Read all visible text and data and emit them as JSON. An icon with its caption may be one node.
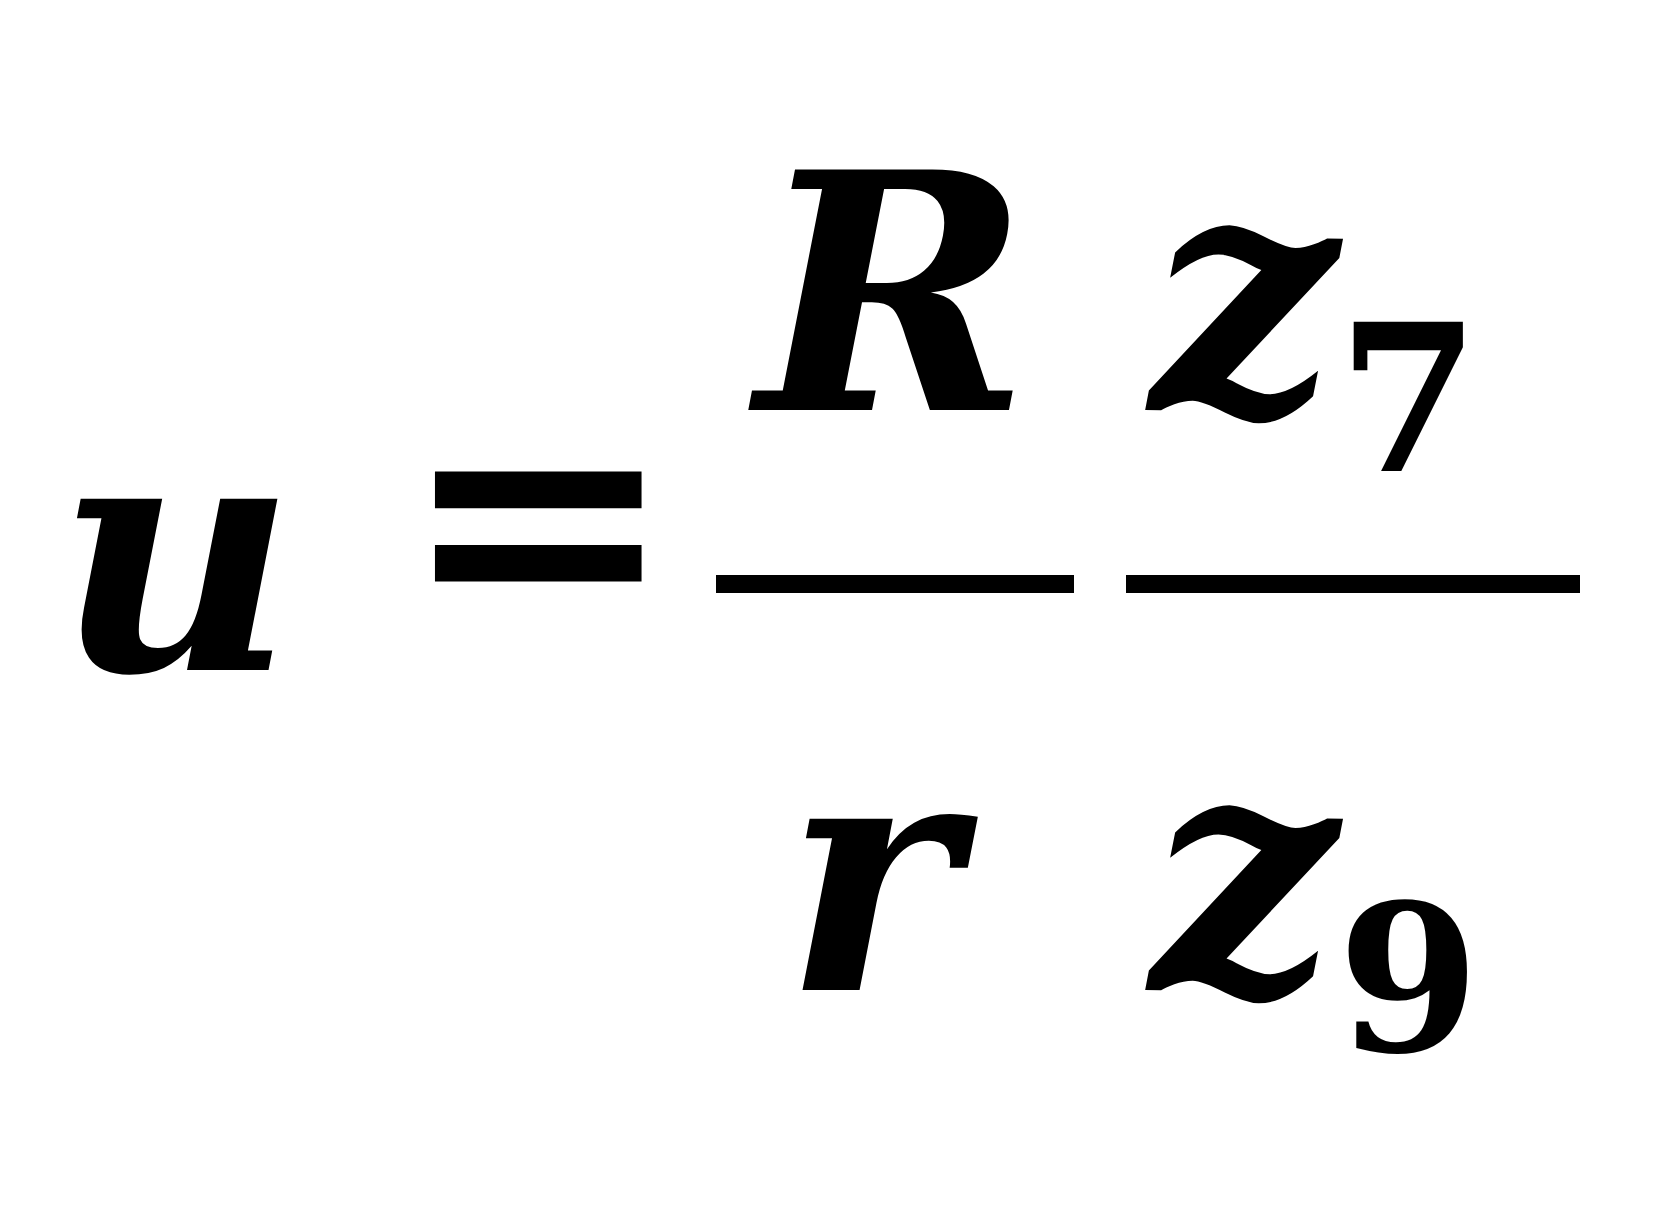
{
  "diagram": {
    "labels": [
      "u",
      "=",
      "R",
      "z$_{7}$",
      "r",
      "z$_{9}$"
    ]
  }
}
